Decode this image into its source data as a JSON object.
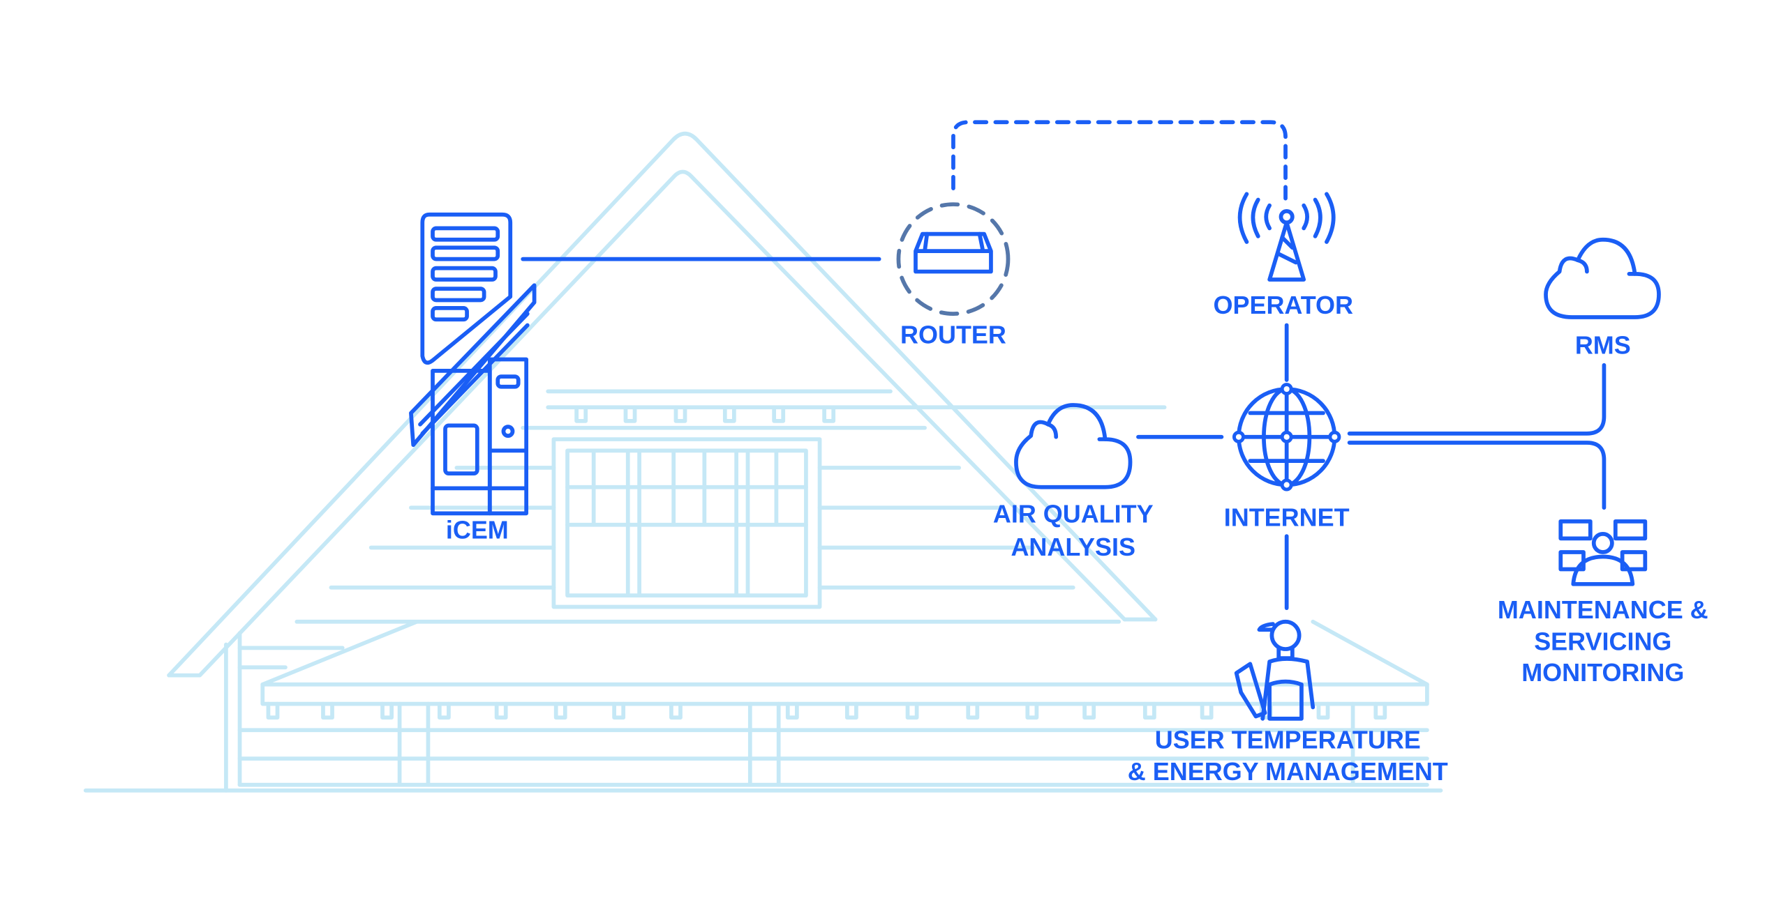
{
  "colors": {
    "accent": "#1a5ef5",
    "house": "#c5e8f6",
    "router_ring": "#5577aa"
  },
  "nodes": {
    "icem": "iCEM",
    "router": "ROUTER",
    "operator": "OPERATOR",
    "internet": "INTERNET",
    "air_quality": [
      "AIR QUALITY",
      "ANALYSIS"
    ],
    "rms": "RMS",
    "maintenance": [
      "MAINTENANCE &",
      "SERVICING",
      "MONITORING"
    ],
    "user": [
      "USER TEMPERATURE",
      "& ENERGY MANAGEMENT"
    ]
  }
}
